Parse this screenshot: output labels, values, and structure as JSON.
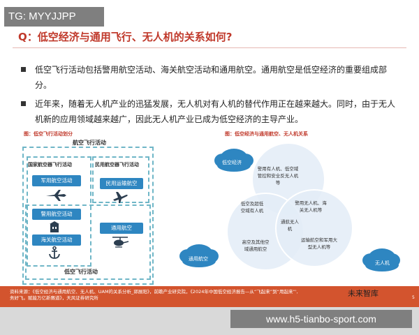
{
  "tag": "TG: MYYJJPP",
  "title": "Q：低空经济与通用飞行、无人机的关系如何?",
  "bullets": [
    "低空飞行活动包括警用航空活动、海关航空活动和通用航空。通用航空是低空经济的重要组成部分。",
    "近年来，随着无人机产业的迅猛发展，无人机对有人机的替代作用正在越来越大。同时，由于无人机新的应用领域越来越广，因此无人机产业已成为低空经济的主导产业。"
  ],
  "left_figure": {
    "caption": "图：低空飞行活动划分",
    "top_label": "航空飞行活动",
    "gov_label": "国家航空器飞行活动",
    "civil_label": "民用航空器飞行活动",
    "low_label": "低空飞行活动",
    "items": {
      "military": "军用航空活动",
      "airline": "民用运输航空",
      "police": "警用航空活动",
      "customs": "海关航空活动",
      "general": "通用航空"
    },
    "icons": [
      "jet-icon",
      "airliner-icon",
      "police-building-icon",
      "anchor-icon",
      "helicopter-icon"
    ]
  },
  "right_figure": {
    "caption": "图：低空经济与通用航空、无人机关系",
    "low_economy": "低空经济",
    "general_aviation": "通用航空",
    "uav": "无人机",
    "regions": {
      "top": "警用有人机、低空域管控和安全反无人机等",
      "left": "低空及超低空域有人机",
      "right": "警用无人机、海关无人机等",
      "center": "通航无人机",
      "bottom_left": "高空及其他空域通用航空",
      "bottom_right": "运输航空和军用大型无人机等"
    },
    "colors": {
      "circle": "#e3ecf7",
      "cloud": "#2e86c1"
    }
  },
  "footer": {
    "source": "资料来源：《低空经济与通用航空、无人机、UAM的关系分析_郭展阳》，前瞻产业研究院，《2024年中国低空经济报告—从“飞起来”到“用起来”',",
    "source2": "务好飞。赋能万亿新赛道》，天风证券研究所",
    "watermark": "未来智库",
    "page": "5"
  },
  "site": "www.h5-tianbo-sport.com"
}
